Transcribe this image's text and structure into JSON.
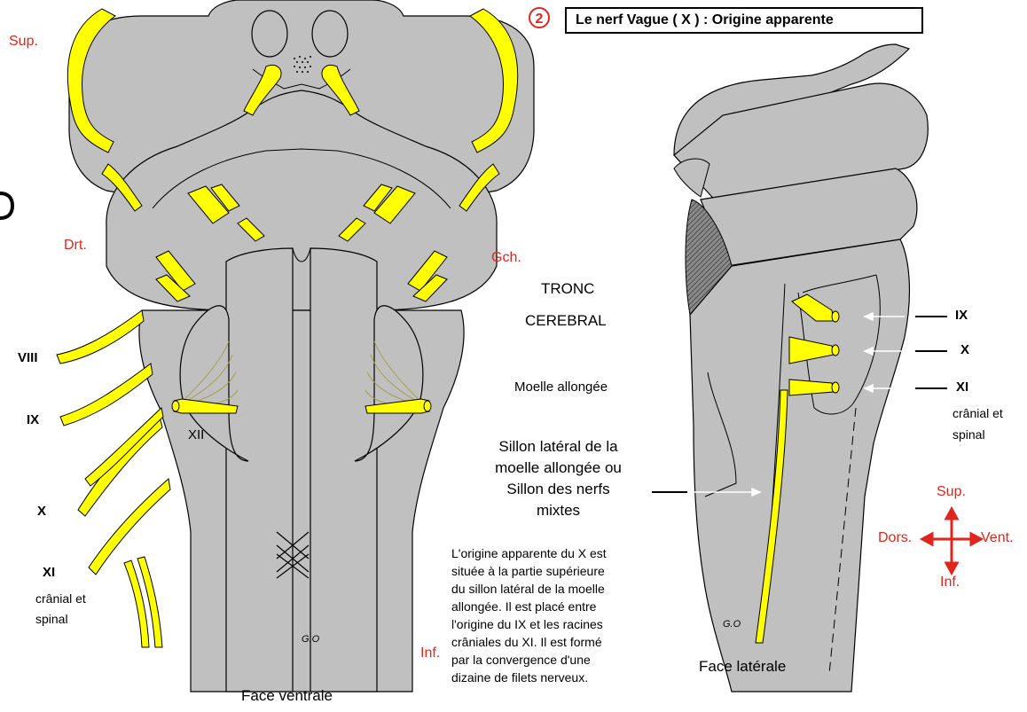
{
  "header": {
    "number": "2",
    "title": "Le nerf  Vague ( X ) : Origine apparente"
  },
  "left_view": {
    "orientation": {
      "sup": "Sup.",
      "drt": "Drt.",
      "gch": "Gch.",
      "inf": "Inf."
    },
    "nerve_labels": {
      "viii": "VIII",
      "ix": "IX",
      "x": "X",
      "xi": "XI",
      "xi_note_1": "crânial et",
      "xi_note_2": "spinal",
      "xii": "XII"
    },
    "signature": "G.O",
    "caption": "Face ventrale"
  },
  "middle": {
    "tronc": "TRONC",
    "cerebral": "CEREBRAL",
    "moelle": "Moelle allongée",
    "sillon_lines": [
      "Sillon latéral de la",
      "moelle allongée ou",
      "Sillon des nerfs",
      "mixtes"
    ],
    "paragraph_lines": [
      "L'origine apparente du X est",
      "située à la partie supérieure",
      "du sillon latéral de la moelle",
      "allongée.  Il est placé entre",
      "l'origine du IX et les racines",
      "crâniales du XI. Il est formé",
      "par la convergence d'une",
      "dizaine de filets nerveux."
    ]
  },
  "right_view": {
    "nerve_labels": {
      "ix": "IX",
      "x": "X",
      "xi": "XI",
      "xi_note_1": "crânial et",
      "xi_note_2": "spinal"
    },
    "compass": {
      "sup": "Sup.",
      "dors": "Dors.",
      "vent": "Vent.",
      "inf": "Inf."
    },
    "signature": "G.O",
    "caption": "Face latérale"
  },
  "colors": {
    "tissue": "#c0c0c0",
    "nerve": "#ffff00",
    "outline": "#000000",
    "accent": "#e0261c",
    "arrow": "#ffffff"
  }
}
